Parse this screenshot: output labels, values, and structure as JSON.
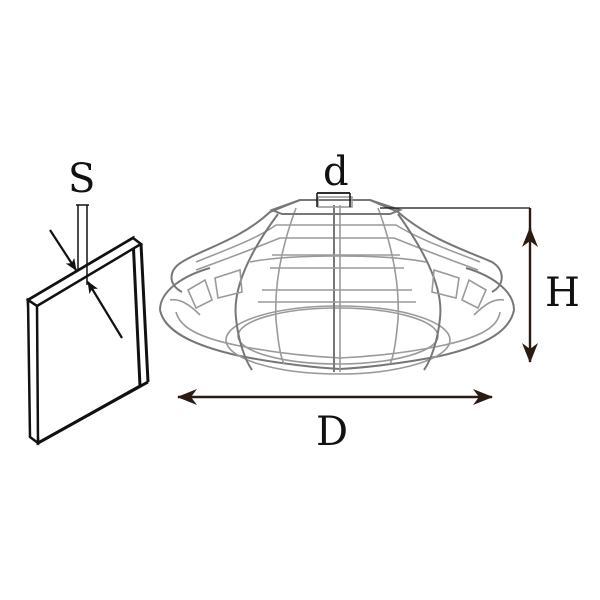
{
  "labels": {
    "thickness": "S",
    "top_diameter": "d",
    "height": "H",
    "diameter": "D"
  },
  "colors": {
    "ink": "#111111",
    "frame": "#9a9a9a"
  }
}
